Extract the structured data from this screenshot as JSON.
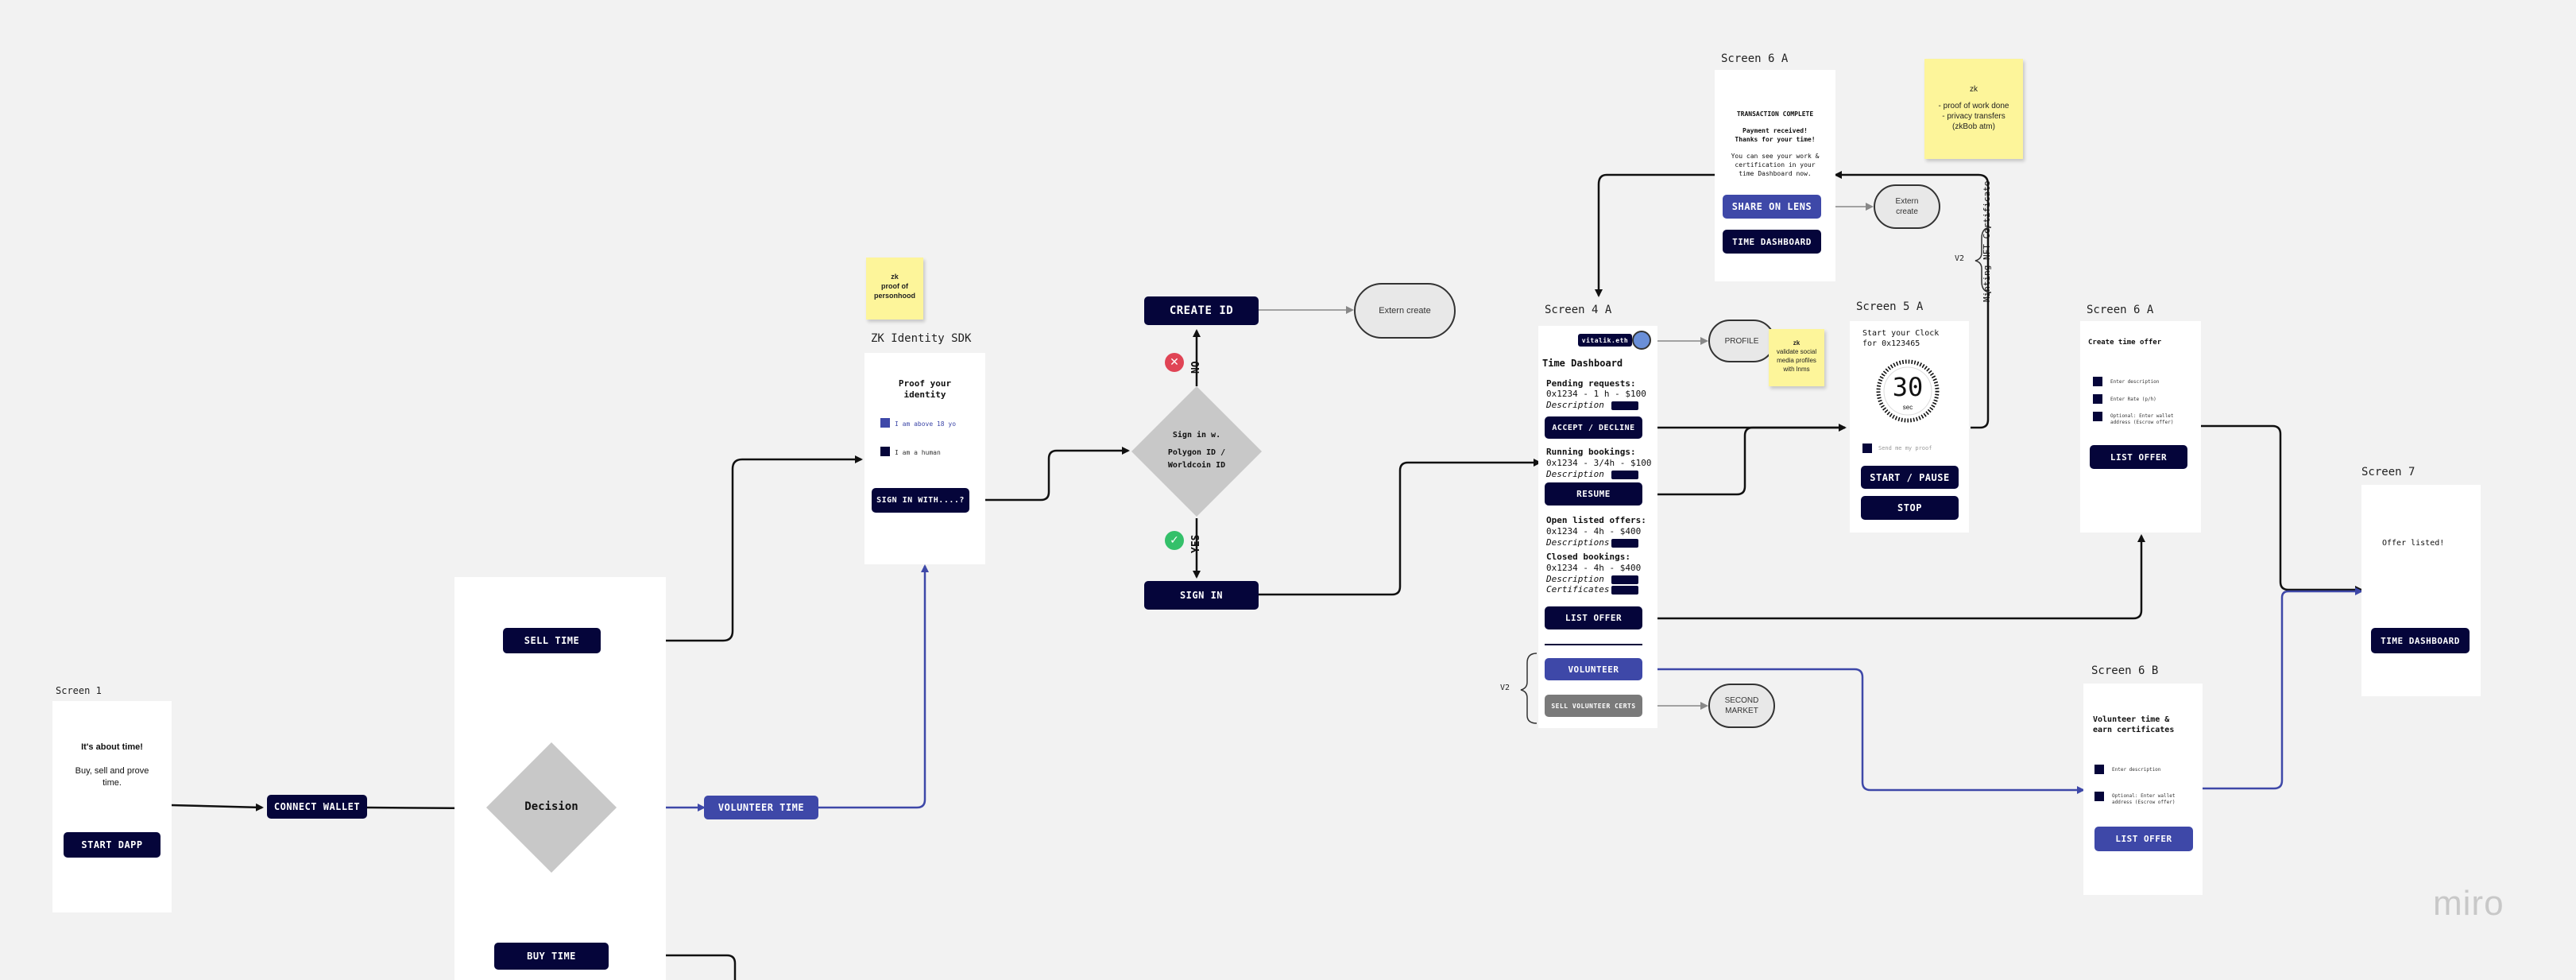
{
  "screen1": {
    "label": "Screen 1",
    "title": "It's about time!",
    "subtitle": "Buy, sell and prove time.",
    "start_button": "START DAPP"
  },
  "flow": {
    "connect_wallet": "CONNECT WALLET",
    "decision": "Decision",
    "sell_time": "SELL TIME",
    "buy_time": "BUY TIME",
    "volunteer_time": "VOLUNTEER TIME",
    "create_id": "CREATE ID",
    "sign_in": "SIGN IN",
    "extern_create": "Extern create",
    "sign_in_diamond_1": "Sign in w.",
    "sign_in_diamond_2": "Polygon ID /",
    "sign_in_diamond_3": "Worldcoin ID",
    "no_label": "NO",
    "yes_label": "YES"
  },
  "zk_sdk": {
    "label": "ZK Identity SDK",
    "title_1": "Proof your",
    "title_2": "identity",
    "option_1": "I am above 18 yo",
    "option_2": "I am a human",
    "button": "SIGN IN WITH....?"
  },
  "sticky_zk_person": {
    "line1": "zk",
    "line2": "proof of",
    "line3": "personhood"
  },
  "sticky_zk_social": {
    "line1": "zk",
    "line2": "validate social",
    "line3": "media profiles",
    "line4": "with lnms"
  },
  "sticky_zk_top": {
    "line1": "zk",
    "line2": "- proof of work done",
    "line3": "- privacy transfers",
    "line4": "(zkBob atm)"
  },
  "screen4a": {
    "label": "Screen 4 A",
    "ens": "vitalik.eth",
    "title": "Time Dashboard",
    "pending_title": "Pending requests:",
    "pending_row": "0x1234 - 1 h - $100",
    "pending_desc": "Description",
    "accept_button": "ACCEPT / DECLINE",
    "running_title": "Running bookings:",
    "running_row": "0x1234 - 3/4h - $100",
    "running_desc": "Description",
    "resume_button": "RESUME",
    "open_title": "Open listed offers:",
    "open_row": "0x1234 - 4h - $400",
    "open_desc": "Descriptions",
    "closed_title": "Closed bookings:",
    "closed_row": "0x1234 - 4h - $400",
    "closed_desc": "Description",
    "closed_cert": "Certificates",
    "list_offer_button": "LIST OFFER",
    "volunteer_button": "VOLUNTEER",
    "sell_certs_button": "SELL VOLUNTEER CERTS",
    "profile": "PROFILE",
    "second_market_1": "SECOND",
    "second_market_2": "MARKET",
    "v2": "V2"
  },
  "screen5a": {
    "label": "Screen 5 A",
    "title_1": "Start your Clock",
    "title_2": "for 0x123465",
    "clock_value": "30",
    "clock_unit": "sec",
    "note": "Send me my proof",
    "start_button": "START / PAUSE",
    "stop_button": "STOP"
  },
  "screen6a_top": {
    "label": "Screen 6 A",
    "heading": "TRANSACTION COMPLETE",
    "line1": "Payment received!",
    "line2": "Thanks for your time!",
    "line3": "You can see your work &",
    "line4": "certification in your",
    "line5": "time Dashboard now.",
    "share_button": "SHARE ON LENS",
    "dashboard_button": "TIME DASHBOARD",
    "extern_create": "Extern create",
    "v2": "V2",
    "minting": "Minting NFT Certificate"
  },
  "screen6a": {
    "label": "Screen 6 A",
    "title": "Create time offer",
    "field1": "Enter description",
    "field2": "Enter Rate (p/h)",
    "field3": "Optional: Enter wallet address (Escrow offer)",
    "button": "LIST OFFER"
  },
  "screen6b": {
    "label": "Screen 6 B",
    "title_1": "Volunteer time &",
    "title_2": "earn certificates",
    "field1": "Enter description",
    "field2": "Optional: Enter wallet address (Escrow offer)",
    "button": "LIST OFFER"
  },
  "screen7": {
    "label": "Screen 7",
    "text": "Offer listed!",
    "button": "TIME DASHBOARD"
  },
  "brand": {
    "logo": "miro"
  },
  "colors": {
    "navy": "#05053a",
    "blue": "#3e48a8",
    "sticky": "#fdf59a",
    "canvas": "#f2f2f2"
  }
}
